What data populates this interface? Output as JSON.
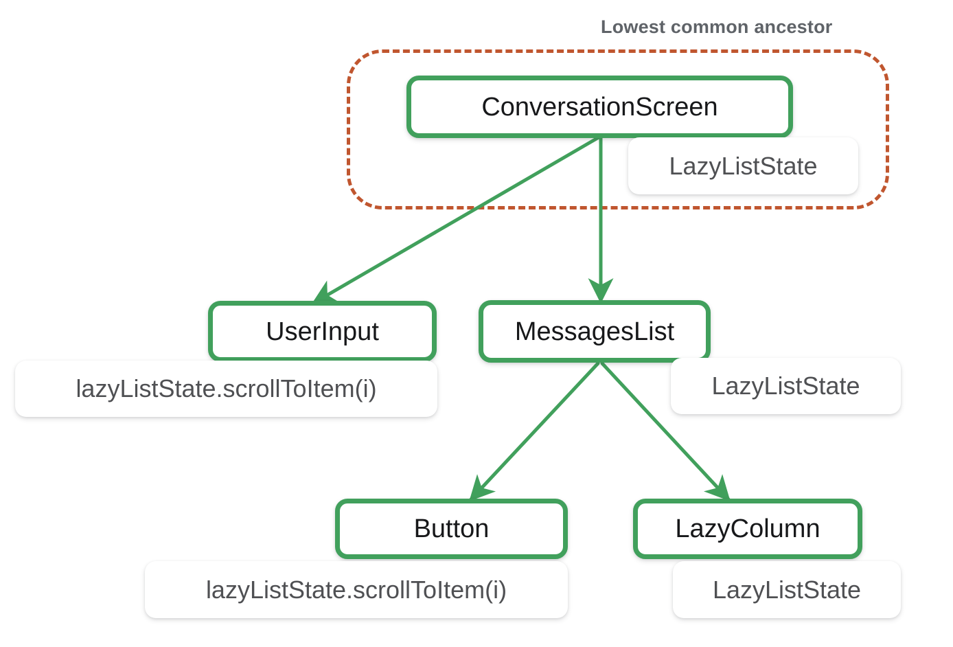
{
  "diagram": {
    "title": "Lowest common ancestor",
    "type": "composable-hierarchy-tree",
    "colors": {
      "node_border": "#41a05c",
      "badge_border": "#f9c647",
      "group_border": "#c0562f",
      "node_text": "#17181a",
      "badge_text": "#4f5053",
      "caption_text": "#5f6368",
      "background": "#ffffff"
    },
    "group": {
      "label": "Lowest common ancestor",
      "contains": [
        "ConversationScreen",
        "LazyListState"
      ]
    },
    "nodes": [
      {
        "id": "conversation-screen",
        "label": "ConversationScreen"
      },
      {
        "id": "user-input",
        "label": "UserInput"
      },
      {
        "id": "messages-list",
        "label": "MessagesList"
      },
      {
        "id": "button",
        "label": "Button"
      },
      {
        "id": "lazy-column",
        "label": "LazyColumn"
      }
    ],
    "badges": [
      {
        "id": "badge-conversation-screen",
        "label": "LazyListState",
        "owner": "ConversationScreen"
      },
      {
        "id": "badge-user-input",
        "label": "lazyListState.scrollToItem(i)",
        "owner": "UserInput"
      },
      {
        "id": "badge-messages-list",
        "label": "LazyListState",
        "owner": "MessagesList"
      },
      {
        "id": "badge-button",
        "label": "lazyListState.scrollToItem(i)",
        "owner": "Button"
      },
      {
        "id": "badge-lazy-column",
        "label": "LazyListState",
        "owner": "LazyColumn"
      }
    ],
    "edges": [
      {
        "from": "ConversationScreen",
        "to": "UserInput"
      },
      {
        "from": "ConversationScreen",
        "to": "MessagesList"
      },
      {
        "from": "MessagesList",
        "to": "Button"
      },
      {
        "from": "MessagesList",
        "to": "LazyColumn"
      }
    ]
  }
}
